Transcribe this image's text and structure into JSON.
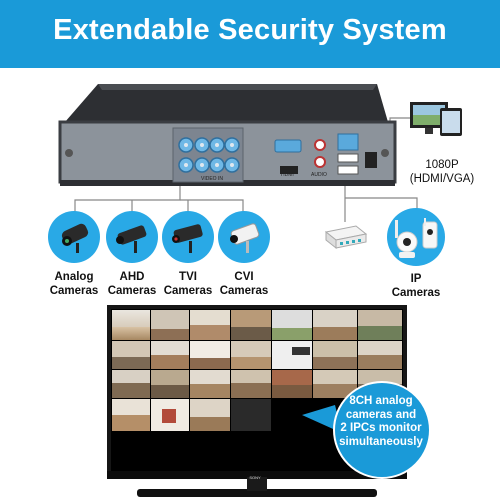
{
  "banner": {
    "title": "Extendable Security System"
  },
  "cameras": [
    {
      "label_line1": "Analog",
      "label_line2": "Cameras"
    },
    {
      "label_line1": "AHD",
      "label_line2": "Cameras"
    },
    {
      "label_line1": "TVI",
      "label_line2": "Cameras"
    },
    {
      "label_line1": "CVI",
      "label_line2": "Cameras"
    }
  ],
  "ip_camera": {
    "label_line1": "IP",
    "label_line2": "Cameras"
  },
  "monitor_output": {
    "label_line1": "1080P",
    "label_line2": "(HDMI/VGA)"
  },
  "dvr": {
    "video_label": "VIDEO IN",
    "hdmi_label": "HDMI",
    "audio_label": "AUDIO"
  },
  "tv": {
    "brand": "SONY",
    "callout_line1": "8CH analog",
    "callout_line2": "cameras and",
    "callout_line3": "2 IPCs monitor",
    "callout_line4": "simultaneously"
  },
  "colors": {
    "accent": "#1a9ad8",
    "circle": "#29a9e6",
    "dvr_body": "#3a3d42",
    "dvr_face": "#8a9099"
  }
}
